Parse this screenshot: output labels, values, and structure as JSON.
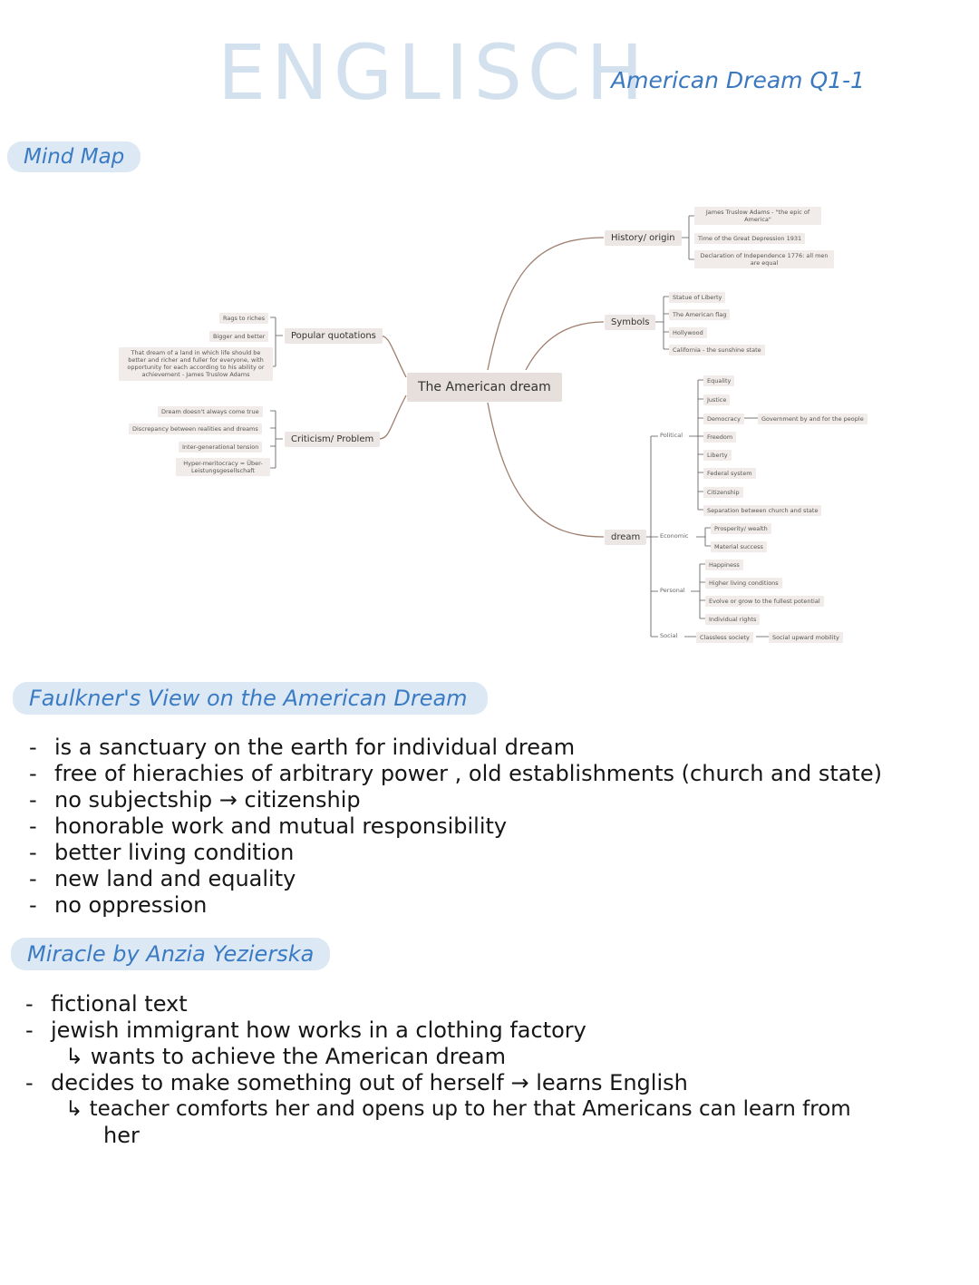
{
  "header": {
    "title": "ENGLISCH",
    "subtitle": "American Dream Q1-1"
  },
  "sections": {
    "mindmap": "Mind Map",
    "faulkner": "Faulkner's View on the American Dream",
    "miracle": "Miracle by Anzia Yezierska"
  },
  "mindmap": {
    "center": "The American dream",
    "history": {
      "label": "History/ origin",
      "items": [
        "James Truslow Adams - \"the epic of America\"",
        "Time of the Great Depression 1931",
        "Declaration of Independence 1776: all men are equal"
      ]
    },
    "symbols": {
      "label": "Symbols",
      "items": [
        "Statue of Liberty",
        "The American flag",
        "Hollywood",
        "California - the sunshine state"
      ]
    },
    "quotes": {
      "label": "Popular quotations",
      "items": [
        "Rags to riches",
        "Bigger and better",
        "That dream of a land in which life should be better and richer and fuller for everyone, with opportunity for each according to his ability or achievement - James Truslow Adams"
      ]
    },
    "criticism": {
      "label": "Criticism/ Problem",
      "items": [
        "Dream doesn't always come true",
        "Discrepancy between realities and dreams",
        "Inter-generational tension",
        "Hyper-meritocracy = Über-Leistungsgesellschaft"
      ]
    },
    "dream": {
      "label": "dream",
      "political": {
        "label": "Political",
        "items": [
          "Equality",
          "Justice",
          "Democracy",
          "Freedom",
          "Liberty",
          "Federal system",
          "Citizenship",
          "Separation between church and state"
        ],
        "democracy_detail": "Government by and for the people"
      },
      "economic": {
        "label": "Economic",
        "items": [
          "Prosperity/ wealth",
          "Material success"
        ]
      },
      "personal": {
        "label": "Personal",
        "items": [
          "Happiness",
          "Higher living conditions",
          "Evolve or grow to the fullest potential",
          "Individual rights"
        ]
      },
      "social": {
        "label": "Social",
        "item": "Classless society",
        "detail": "Social upward mobility"
      }
    }
  },
  "faulkner_points": [
    "is a sanctuary on the earth for individual dream",
    "free of hierachies of arbitrary power , old establishments (church and state)",
    "no subjectship → citizenship",
    "honorable work and mutual responsibility",
    "better living condition",
    "new land and equality",
    "no oppression"
  ],
  "miracle_points": [
    "fictional text",
    "jewish immigrant how works in a clothing factory",
    "↳ wants to achieve the American dream",
    "decides to make something out of herself → learns English",
    "↳ teacher comforts her and opens up to her that Americans can learn from",
    "her"
  ]
}
